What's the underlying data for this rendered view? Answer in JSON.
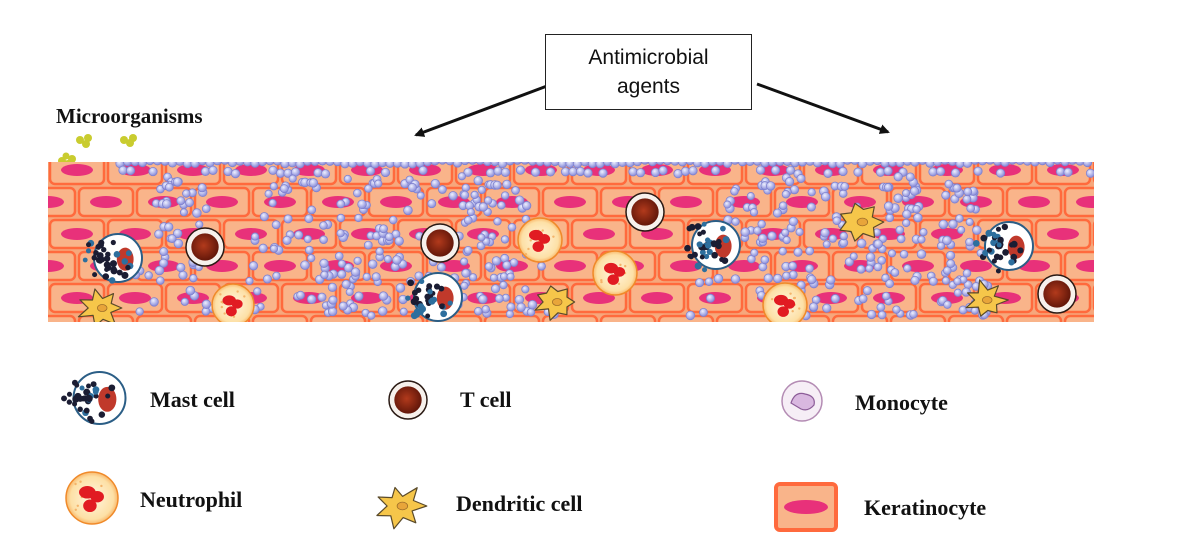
{
  "diagram": {
    "title": "Microorganisms",
    "callout": "Antimicrobial agents"
  },
  "legend": {
    "mast_cell": "Mast cell",
    "t_cell": "T cell",
    "monocyte": "Monocyte",
    "neutrophil": "Neutrophil",
    "dendritic_cell": "Dendritic cell",
    "keratinocyte": "Keratinocyte"
  },
  "colors": {
    "skin_base": "#f6a77c",
    "keratinocyte_nucleus": "#e8317a",
    "cell_border": "#ff6a3d",
    "peptide": "#b7b8ee",
    "t_cell": "#8a1f0e",
    "neutrophil_nucleus": "#e11b22",
    "dendritic": "#f6c64a",
    "microbe": "#c9cc2f"
  }
}
